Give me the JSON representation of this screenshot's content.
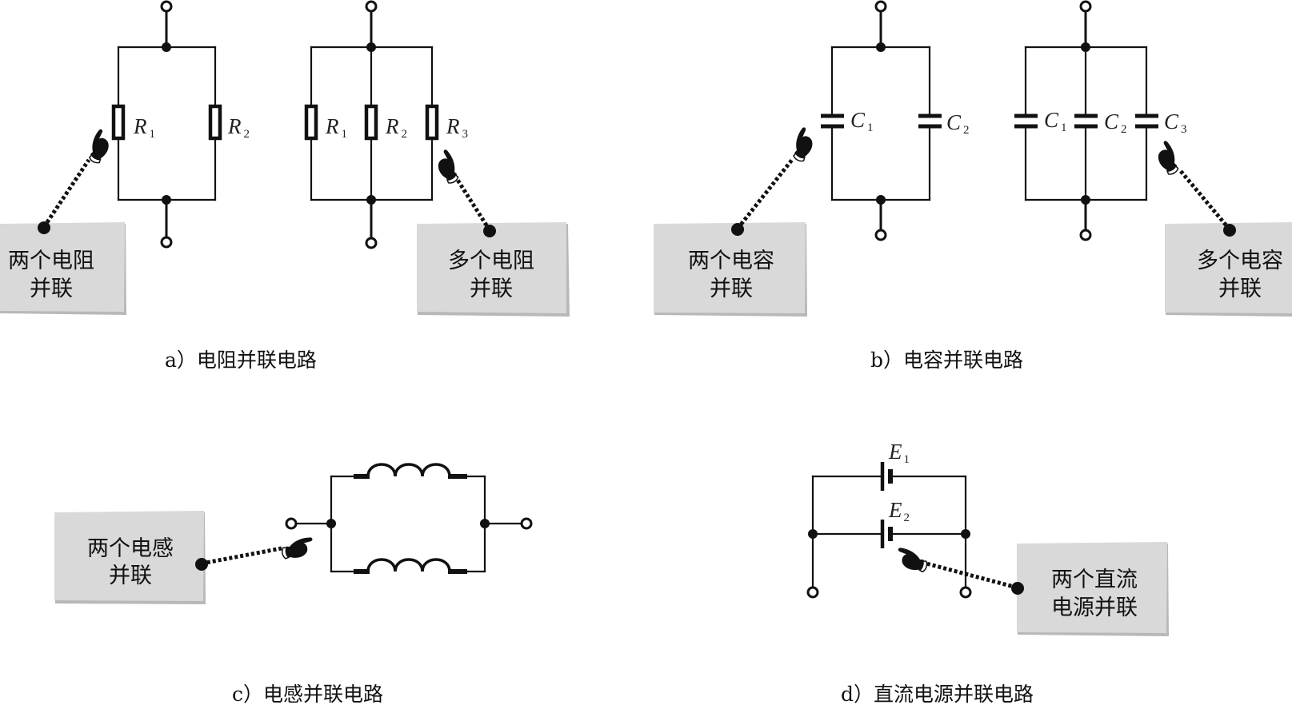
{
  "figure": {
    "panels": [
      {
        "id": "a",
        "caption": "a）电阻并联电路",
        "subcircuits": [
          {
            "kind": "resistor",
            "components": [
              {
                "symbol": "R",
                "subscript": "1"
              },
              {
                "symbol": "R",
                "subscript": "2"
              }
            ]
          },
          {
            "kind": "resistor",
            "components": [
              {
                "symbol": "R",
                "subscript": "1"
              },
              {
                "symbol": "R",
                "subscript": "2"
              },
              {
                "symbol": "R",
                "subscript": "3"
              }
            ]
          }
        ],
        "notes": [
          {
            "line1": "两个电阻",
            "line2": "并联"
          },
          {
            "line1": "多个电阻",
            "line2": "并联"
          }
        ]
      },
      {
        "id": "b",
        "caption": "b）电容并联电路",
        "subcircuits": [
          {
            "kind": "capacitor",
            "components": [
              {
                "symbol": "C",
                "subscript": "1"
              },
              {
                "symbol": "C",
                "subscript": "2"
              }
            ]
          },
          {
            "kind": "capacitor",
            "components": [
              {
                "symbol": "C",
                "subscript": "1"
              },
              {
                "symbol": "C",
                "subscript": "2"
              },
              {
                "symbol": "C",
                "subscript": "3"
              }
            ]
          }
        ],
        "notes": [
          {
            "line1": "两个电容",
            "line2": "并联"
          },
          {
            "line1": "多个电容",
            "line2": "并联"
          }
        ]
      },
      {
        "id": "c",
        "caption": "c）电感并联电路",
        "subcircuits": [
          {
            "kind": "inductor",
            "count": 2
          }
        ],
        "notes": [
          {
            "line1": "两个电感",
            "line2": "并联"
          }
        ]
      },
      {
        "id": "d",
        "caption": "d）直流电源并联电路",
        "subcircuits": [
          {
            "kind": "dc-source",
            "components": [
              {
                "symbol": "E",
                "subscript": "1"
              },
              {
                "symbol": "E",
                "subscript": "2"
              }
            ]
          }
        ],
        "notes": [
          {
            "line1": "两个直流",
            "line2": "电源并联"
          }
        ]
      }
    ]
  }
}
